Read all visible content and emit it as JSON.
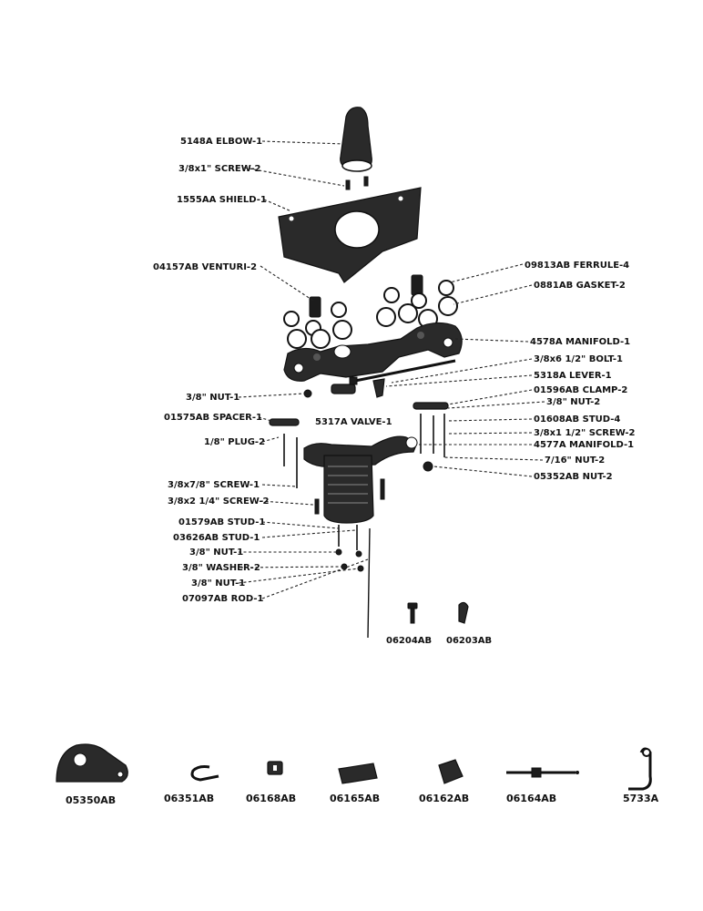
{
  "callouts": [
    {
      "id": "elbow",
      "text": "5148A ELBOW-1"
    },
    {
      "id": "screw1",
      "text": "3/8x1\" SCREW-2"
    },
    {
      "id": "shield",
      "text": "1555AA SHIELD-1"
    },
    {
      "id": "venturi",
      "text": "04157AB VENTURI-2"
    },
    {
      "id": "ferrule",
      "text": "09813AB FERRULE-4"
    },
    {
      "id": "gasket",
      "text": "0881AB GASKET-2"
    },
    {
      "id": "manifold1",
      "text": "4578A MANIFOLD-1"
    },
    {
      "id": "bolt",
      "text": "3/8x6 1/2\" BOLT-1"
    },
    {
      "id": "lever",
      "text": "5318A LEVER-1"
    },
    {
      "id": "clamp",
      "text": "01596AB CLAMP-2"
    },
    {
      "id": "nut2a",
      "text": "3/8\" NUT-2"
    },
    {
      "id": "stud4",
      "text": "01608AB STUD-4"
    },
    {
      "id": "screw2b",
      "text": "3/8x1 1/2\" SCREW-2"
    },
    {
      "id": "manifold2",
      "text": "4577A MANIFOLD-1"
    },
    {
      "id": "nut2b",
      "text": "7/16\" NUT-2"
    },
    {
      "id": "nut05352",
      "text": "05352AB NUT-2"
    },
    {
      "id": "nut1a",
      "text": "3/8\" NUT-1"
    },
    {
      "id": "spacer",
      "text": "01575AB SPACER-1"
    },
    {
      "id": "valve",
      "text": "5317A VALVE-1"
    },
    {
      "id": "plug",
      "text": "1/8\" PLUG-2"
    },
    {
      "id": "screw1c",
      "text": "3/8x7/8\" SCREW-1"
    },
    {
      "id": "screw2d",
      "text": "3/8x2 1/4\" SCREW-2"
    },
    {
      "id": "stud1a",
      "text": "01579AB STUD-1"
    },
    {
      "id": "stud1b",
      "text": "03626AB STUD-1"
    },
    {
      "id": "nut1b",
      "text": "3/8\" NUT-1"
    },
    {
      "id": "washer",
      "text": "3/8\" WASHER-2"
    },
    {
      "id": "nut1c",
      "text": "3/8\" NUT-1"
    },
    {
      "id": "rod",
      "text": "07097AB ROD-1"
    }
  ],
  "small_parts": [
    {
      "id": "p06204",
      "text": "06204AB"
    },
    {
      "id": "p06203",
      "text": "06203AB"
    }
  ],
  "bottom_parts": [
    {
      "id": "b05350",
      "text": "05350AB"
    },
    {
      "id": "b06351",
      "text": "06351AB"
    },
    {
      "id": "b06168",
      "text": "06168AB"
    },
    {
      "id": "b06165",
      "text": "06165AB"
    },
    {
      "id": "b06162",
      "text": "06162AB"
    },
    {
      "id": "b06164",
      "text": "06164AB"
    },
    {
      "id": "b5733",
      "text": "5733A"
    }
  ]
}
